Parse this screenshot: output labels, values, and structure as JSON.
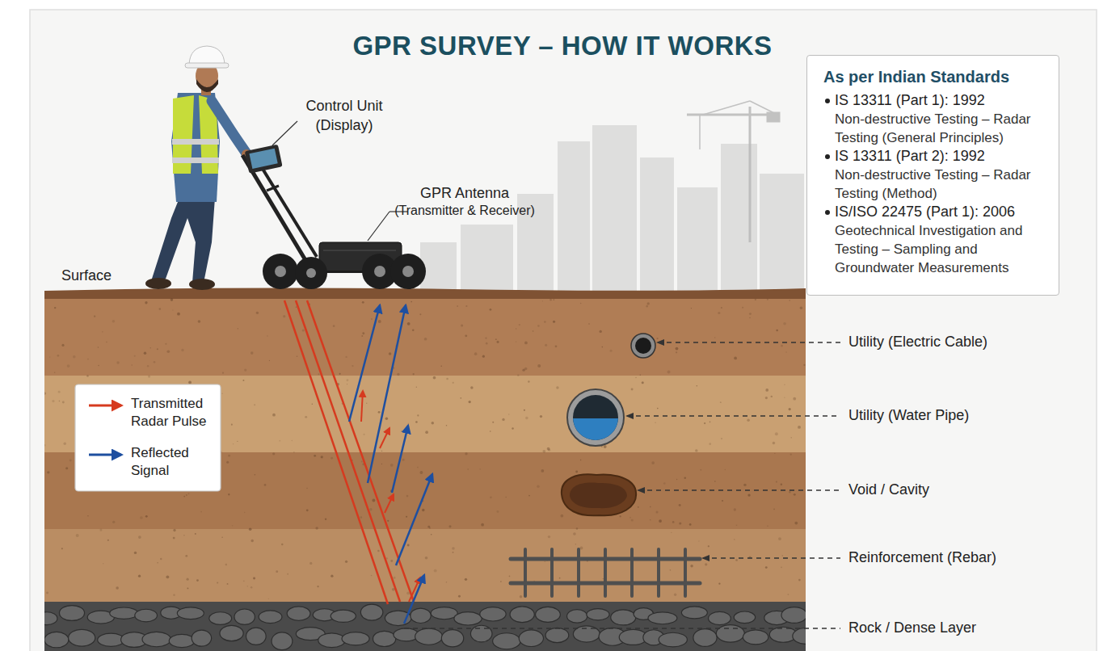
{
  "diagram": {
    "title": "GPR SURVEY – HOW IT WORKS",
    "nodes": [
      {
        "text": [
          "As per Indian Standards",
          "IS 13311 (Part 1): 1992",
          "Non-destructive Testing – Radar Testing (General Principles)",
          "IS 13311 (Part 2): 1992",
          "Non-destructive Testing – Radar Testing (Method)",
          "IS/ISO 22475 (Part 1): 2006",
          "Geotechnical Investigation and Testing – Sampling and Groundwater Measurements"
        ]
      }
    ],
    "labels": [
      "Control Unit",
      "(Display)",
      "GPR Antenna",
      "(Transmitter & Receiver)",
      "Surface",
      "Utility (Electric Cable)",
      "Utility (Water Pipe)",
      "Void / Cavity",
      "Reinforcement (Rebar)",
      "Rock / Dense Layer"
    ],
    "legend": [
      {
        "text": "Transmitted Radar Pulse"
      },
      {
        "text": "Reflected Signal"
      }
    ]
  }
}
